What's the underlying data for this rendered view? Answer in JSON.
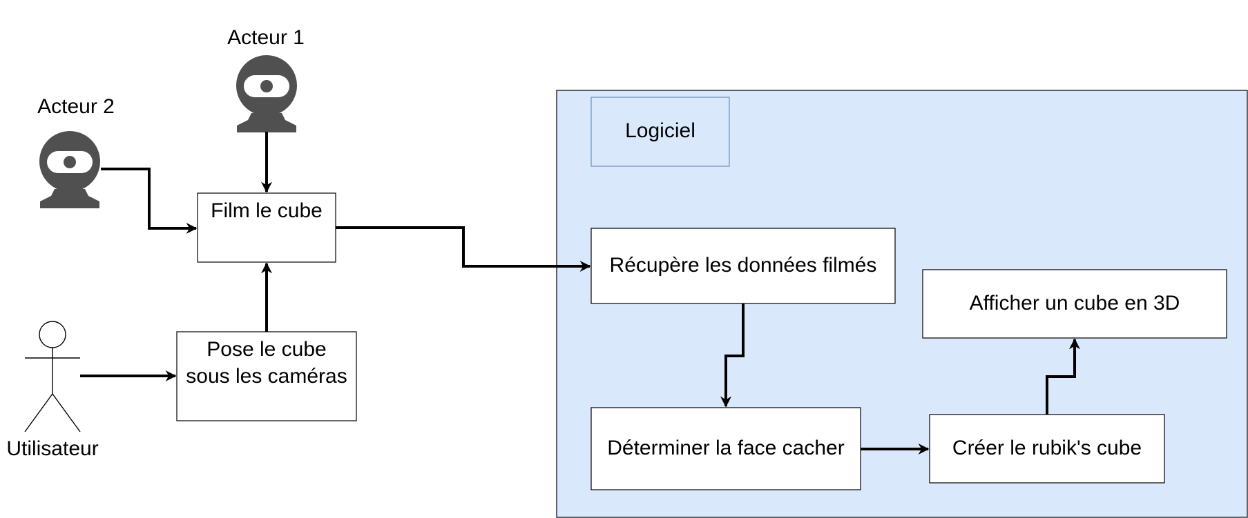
{
  "colors": {
    "container_fill": "#dae8fc",
    "container_stroke": "#000000",
    "label_box_stroke": "#6c8ebf",
    "camera_icon": "#505050",
    "node_fill": "#ffffff",
    "stroke": "#000000"
  },
  "actors": {
    "actor1": {
      "label": "Acteur 1",
      "icon": "webcam-icon"
    },
    "actor2": {
      "label": "Acteur 2",
      "icon": "webcam-icon"
    },
    "user": {
      "label": "Utilisateur",
      "icon": "stick-figure-icon"
    }
  },
  "nodes": {
    "film": {
      "label": "Film le cube"
    },
    "pose": {
      "line1": "Pose le cube",
      "line2": "sous les caméras"
    },
    "recupere": {
      "label": "Récupère les données filmés"
    },
    "determiner": {
      "label": "Déterminer la face cacher"
    },
    "creer": {
      "label": "Créer le rubik's cube"
    },
    "afficher": {
      "label": "Afficher un cube en 3D"
    }
  },
  "container": {
    "label": "Logiciel"
  },
  "edges": [
    {
      "from": "actor1",
      "to": "film"
    },
    {
      "from": "actor2",
      "to": "film"
    },
    {
      "from": "user",
      "to": "pose"
    },
    {
      "from": "pose",
      "to": "film"
    },
    {
      "from": "film",
      "to": "recupere"
    },
    {
      "from": "recupere",
      "to": "determiner"
    },
    {
      "from": "determiner",
      "to": "creer"
    },
    {
      "from": "creer",
      "to": "afficher"
    }
  ]
}
